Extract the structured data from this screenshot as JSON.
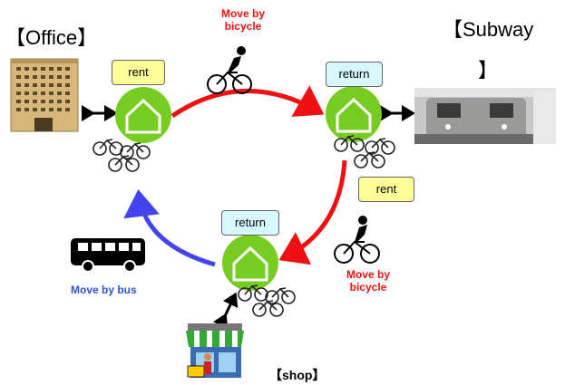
{
  "places": {
    "office": "【Office】",
    "subway_line1": "【Subway",
    "subway_line2": "】",
    "shop": "【shop】"
  },
  "tags": {
    "office_rent": "rent",
    "subway_return": "return",
    "subway_rent": "rent",
    "shop_return": "return"
  },
  "moves": {
    "top_line1": "Move by",
    "top_line2": "bicycle",
    "right_line1": "Move by",
    "right_line2": "bicycle",
    "bus": "Move by bus"
  },
  "colors": {
    "bicycle_arrow": "#ee1111",
    "bus_arrow": "#4444ee",
    "station": "#77cc22",
    "rent_tag": "#ffff99",
    "return_tag": "#d6f9ff"
  }
}
